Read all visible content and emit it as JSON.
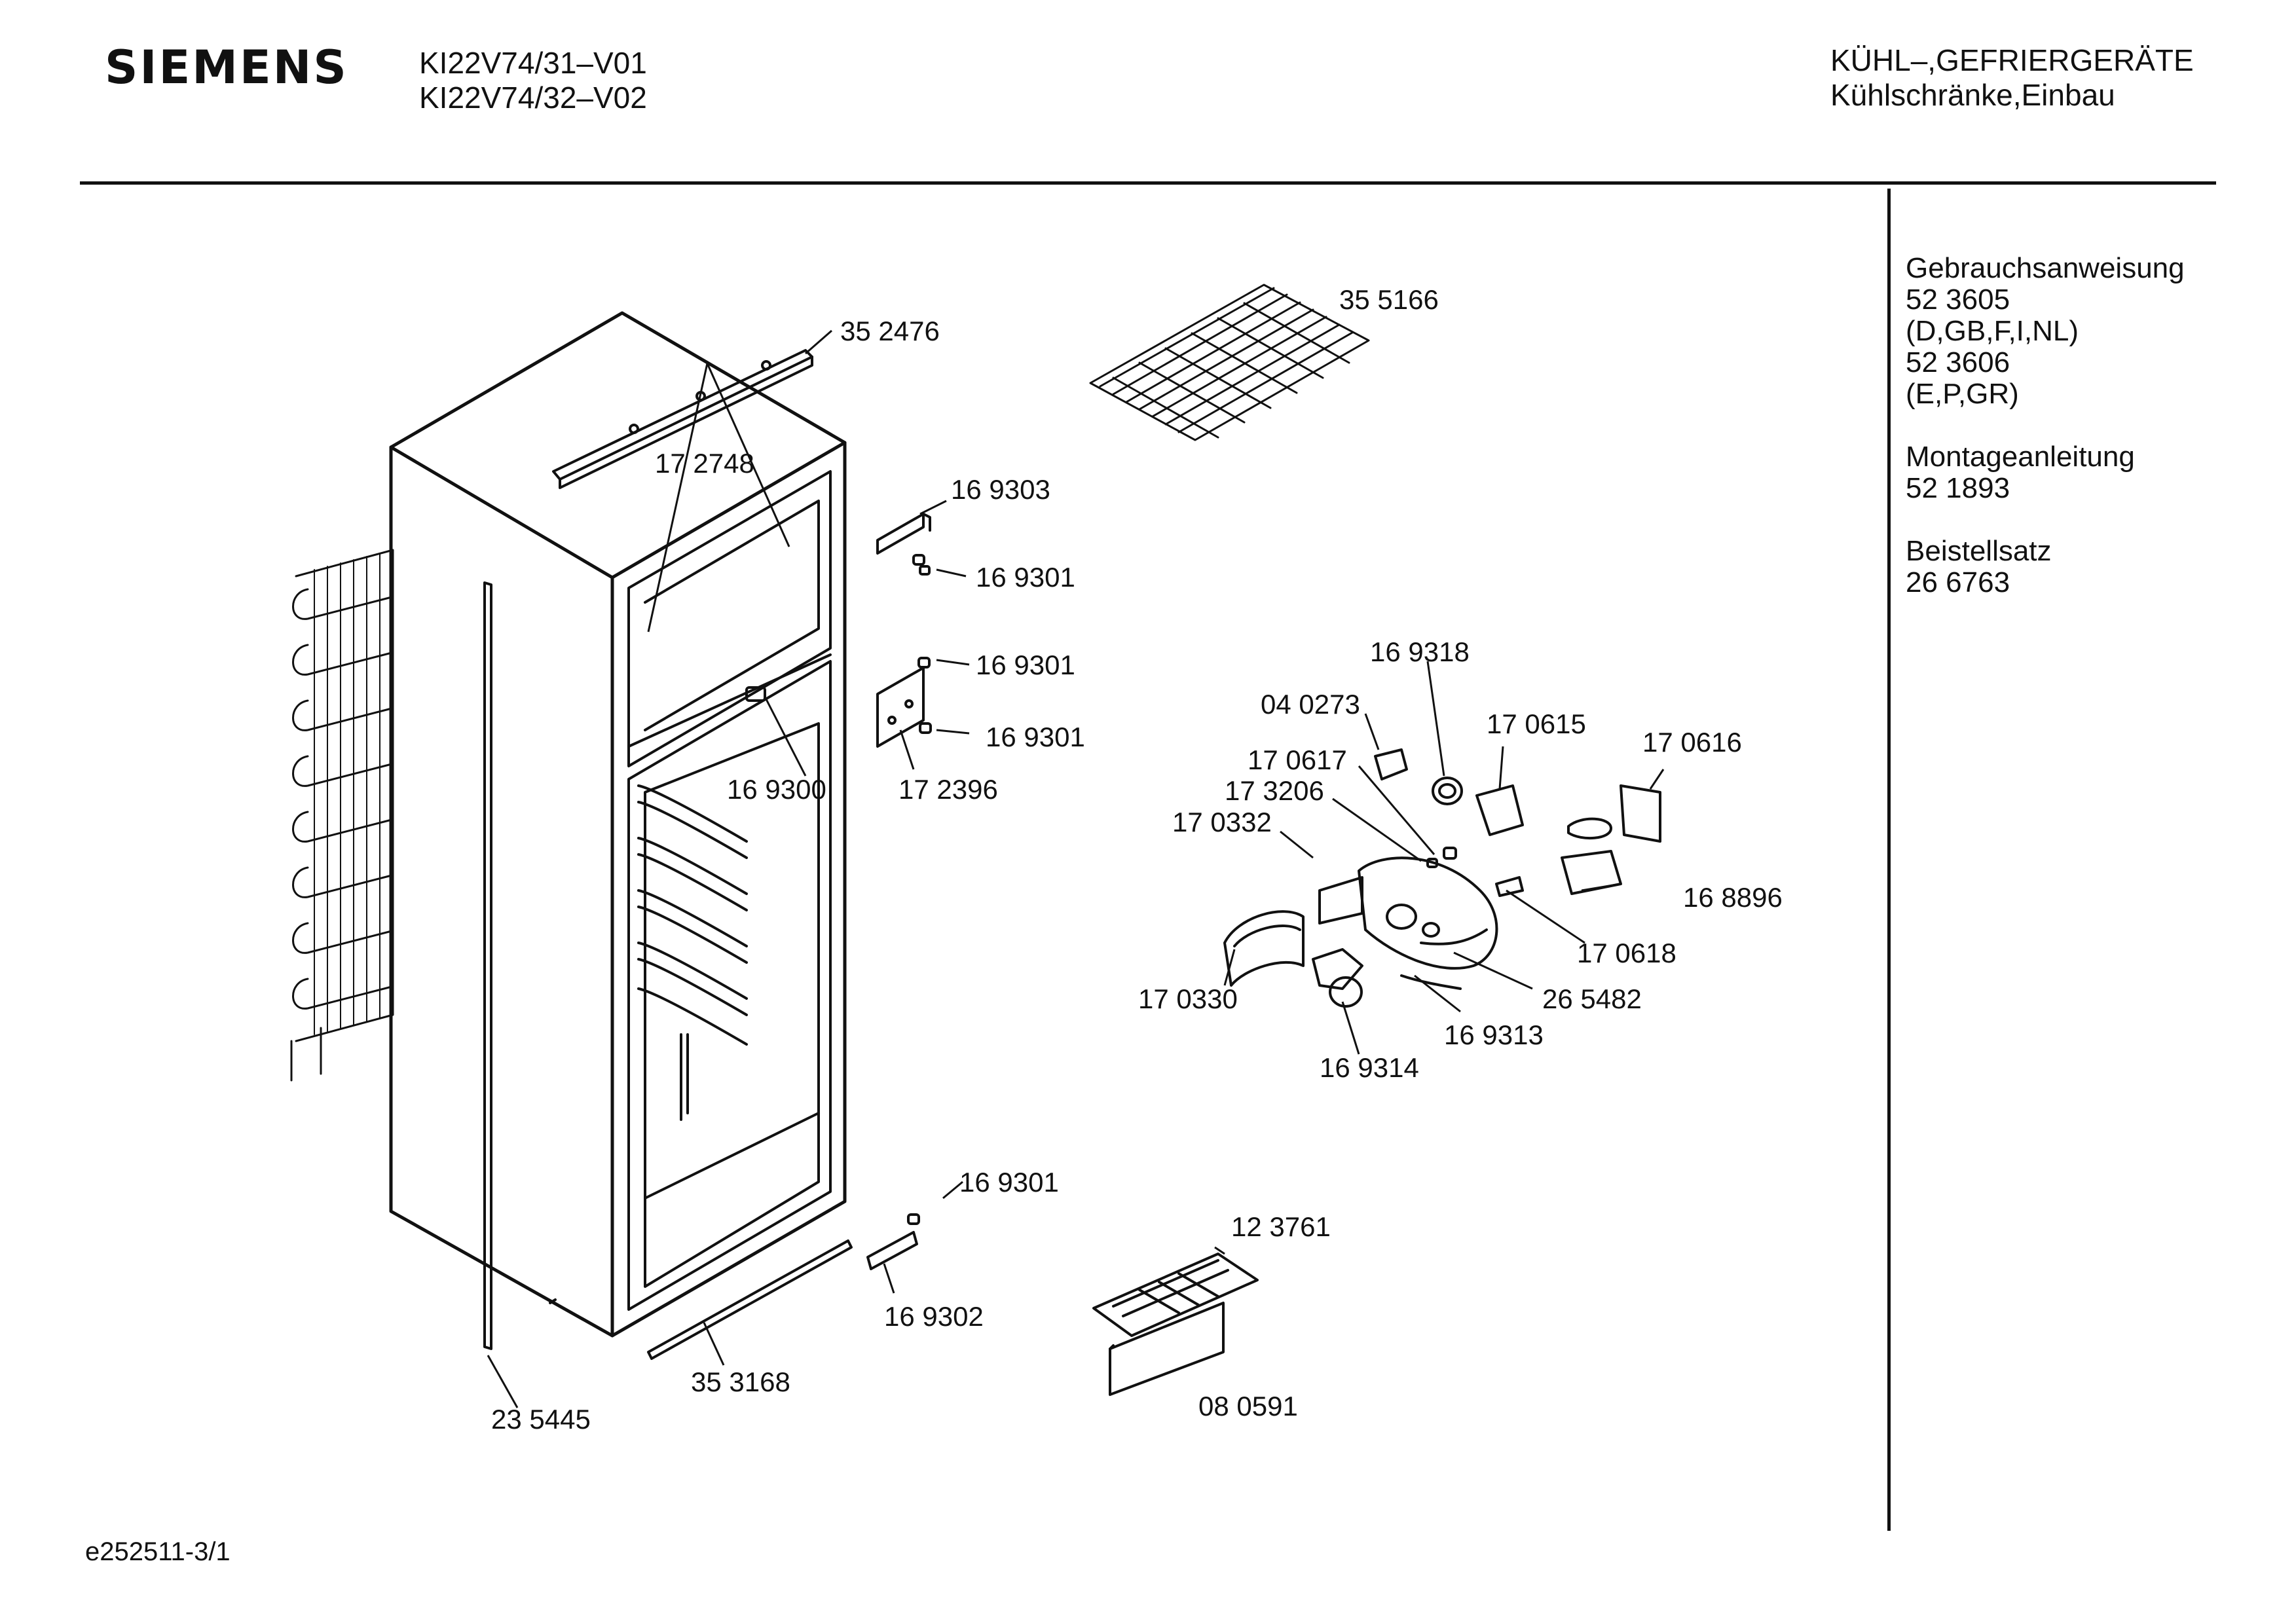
{
  "header": {
    "brand": "SIEMENS",
    "models": [
      "KI22V74/31–V01",
      "KI22V74/32–V02"
    ],
    "category": [
      "KÜHL–,GEFRIERGERÄTE",
      "Kühlschränke,Einbau"
    ]
  },
  "sidebar": {
    "blocks": [
      {
        "lines": [
          "Gebrauchsanweisung",
          "52 3605",
          "(D,GB,F,I,NL)",
          "52 3606",
          "(E,P,GR)"
        ]
      },
      {
        "lines": [
          "Montageanleitung",
          "52 1893"
        ]
      },
      {
        "lines": [
          "Beistellsatz",
          "26 6763"
        ]
      }
    ]
  },
  "parts": {
    "p352476": "35 2476",
    "p355166": "35 5166",
    "p172748": "17 2748",
    "p169303": "16 9303",
    "p169301a": "16 9301",
    "p169301b": "16 9301",
    "p169301c": "16 9301",
    "p169301d": "16 9301",
    "p169300": "16 9300",
    "p172396": "17 2396",
    "p169318": "16 9318",
    "p040273": "04 0273",
    "p170615": "17 0615",
    "p170616": "17 0616",
    "p170617": "17 0617",
    "p173206": "17 3206",
    "p170332": "17 0332",
    "p168896": "16 8896",
    "p170618": "17 0618",
    "p170330": "17 0330",
    "p265482": "26 5482",
    "p169313": "16 9313",
    "p169314": "16 9314",
    "p169302": "16 9302",
    "p123761": "12 3761",
    "p353168": "35 3168",
    "p235445": "23 5445",
    "p080591": "08 0591"
  },
  "footer": {
    "ref": "e252511-3/1"
  }
}
